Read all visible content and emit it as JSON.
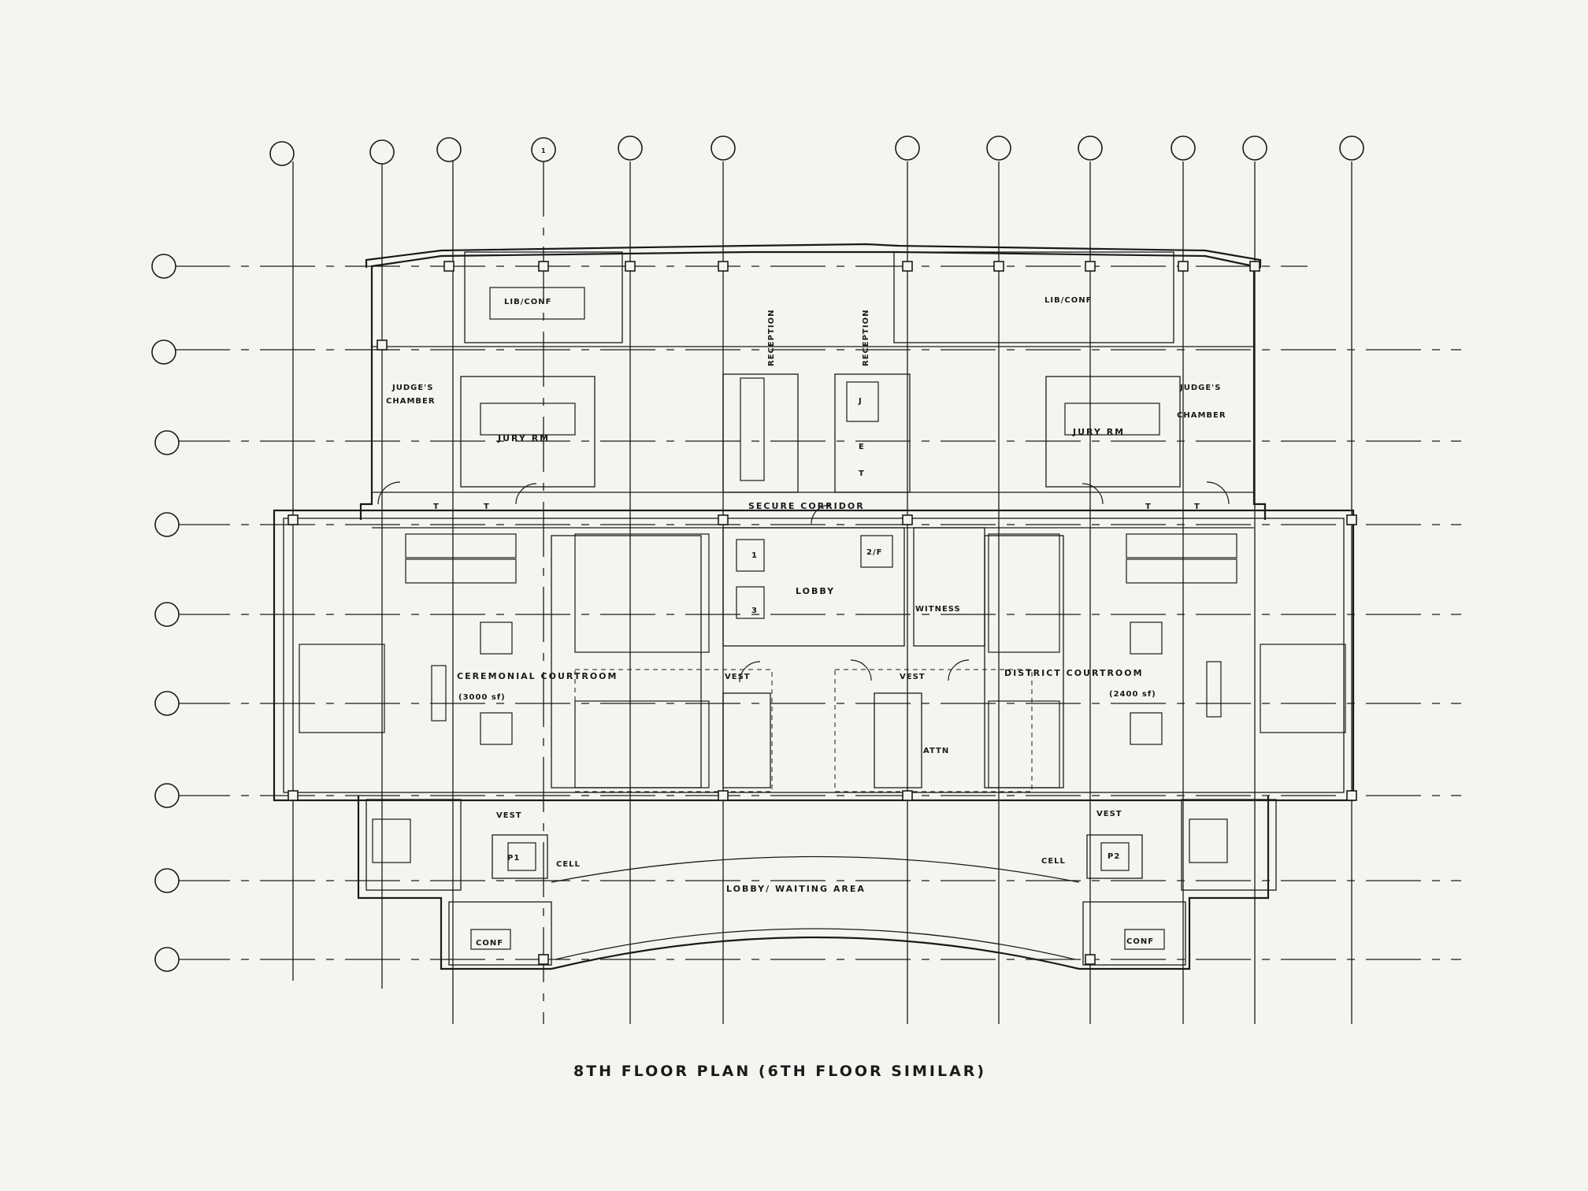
{
  "caption": "8TH FLOOR PLAN (6TH FLOOR SIMILAR)",
  "rooms": {
    "lib_conf_left": "LIB/CONF",
    "lib_conf_right": "LIB/CONF",
    "reception_left": "RECEPTION",
    "reception_right": "RECEPTION",
    "judges_chamber_left_1": "JUDGE'S",
    "judges_chamber_left_2": "CHAMBER",
    "judges_chamber_right_1": "JUDGE'S",
    "judges_chamber_right_2": "CHAMBER",
    "jury_rm_left": "JURY RM",
    "jury_rm_right": "JURY RM",
    "secure_corridor": "SECURE CORRIDOR",
    "lobby": "LOBBY",
    "ceremonial_courtroom": "CEREMONIAL COURTROOM",
    "ceremonial_area": "(3000 sf)",
    "district_courtroom": "DISTRICT COURTROOM",
    "district_area": "(2400 sf)",
    "vest_1": "VEST",
    "vest_2": "VEST",
    "vest_3": "VEST",
    "vest_4": "VEST",
    "witness": "WITNESS",
    "attn": "ATTN",
    "cell_left": "CELL",
    "cell_right": "CELL",
    "lobby_waiting": "LOBBY/ WAITING AREA",
    "conf_left": "CONF",
    "conf_right": "CONF",
    "t_1": "T",
    "t_2": "T",
    "t_3": "T",
    "t_4": "T",
    "elev_1": "1",
    "elev_3": "3",
    "elev_2f": "2/F",
    "elev_j": "J",
    "elev_e": "E",
    "elev_t": "T",
    "p1": "P1",
    "p2": "P2",
    "grid_mark": "1"
  }
}
